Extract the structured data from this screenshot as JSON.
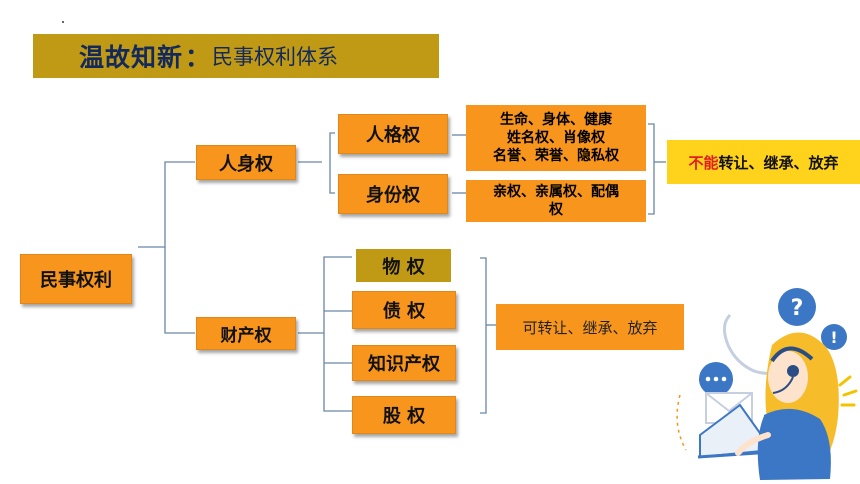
{
  "title": {
    "main": "温故知新",
    "colon": "：",
    "sub": "民事权利体系"
  },
  "root": "民事权利",
  "branches": {
    "personal": "人身权",
    "property": "财产权"
  },
  "personal_children": {
    "personality": "人格权",
    "identity": "身份权"
  },
  "property_children": {
    "real": "物 权",
    "debt": "债 权",
    "ip": "知识产权",
    "equity": "股 权"
  },
  "details": {
    "personality_lines": [
      "生命、身体、健康",
      "姓名权、肖像权",
      "名誉、荣誉、隐私权"
    ],
    "identity_lines": [
      "亲权、亲属权、配偶",
      "权"
    ]
  },
  "notes": {
    "non_transferable_red": "不能",
    "non_transferable_rest": "转让、继承、放弃",
    "transferable": "可转让、继承、放弃"
  },
  "colors": {
    "orange": "#f7951d",
    "gold": "#c09a15",
    "yellow": "#ffd21c",
    "navy": "#13295c",
    "red": "#e02020",
    "line": "#6a86a8"
  }
}
